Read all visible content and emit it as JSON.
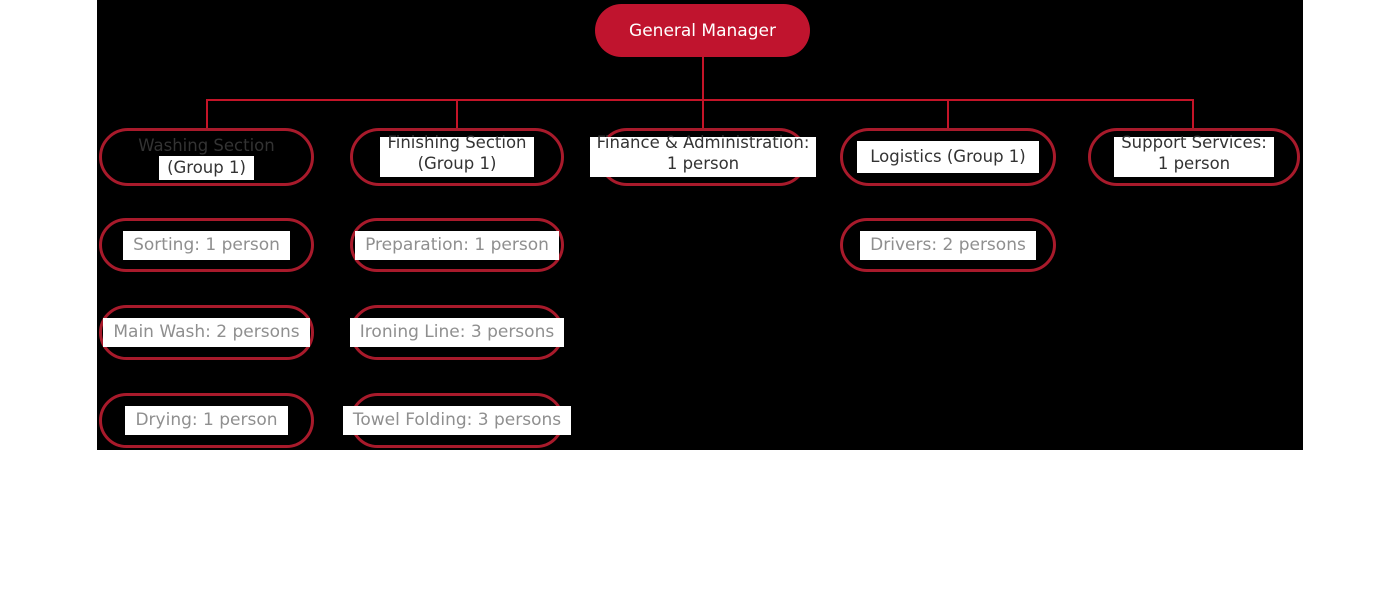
{
  "palette": {
    "page_background": "#ffffff",
    "board_background": "#000000",
    "root_node_fill": "#c0142e",
    "node_border_red": "#a81a2b",
    "connector_red": "#c41428",
    "root_text": "#ffffff",
    "header_text": "#333333",
    "sub_text": "#8f8f8f",
    "label_background": "#ffffff"
  },
  "chart": {
    "type": "org-chart",
    "root": {
      "label": "General Manager"
    },
    "columns": [
      {
        "header": {
          "line1": "Washing Section",
          "line2": "(Group 1)"
        },
        "children": [
          "Sorting: 1 person",
          "Main Wash: 2 persons",
          "Drying: 1 person"
        ]
      },
      {
        "header": {
          "line1": "Finishing Section",
          "line2": "(Group 1)"
        },
        "children": [
          "Preparation: 1 person",
          "Ironing Line: 3 persons",
          "Towel Folding: 3 persons"
        ]
      },
      {
        "header": {
          "line1": "Finance & Administration:",
          "line2": "1 person"
        },
        "children": []
      },
      {
        "header": {
          "line1": "Logistics (Group 1)",
          "line2": ""
        },
        "children": [
          "Drivers: 2 persons"
        ]
      },
      {
        "header": {
          "line1": "Support Services:",
          "line2": "1 person"
        },
        "children": []
      }
    ]
  }
}
